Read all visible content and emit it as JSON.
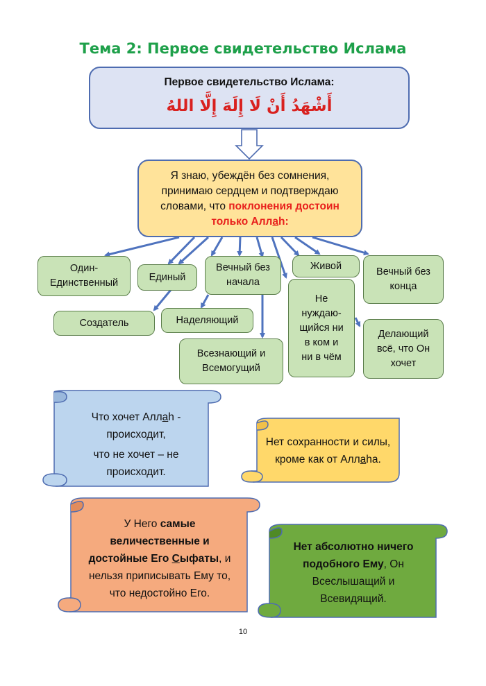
{
  "title": "Тема 2: Первое свидетельство Ислама",
  "header": {
    "label": "Первое свидетельство Ислама:",
    "arabic": "أَشْهَدُ أَنْ لَا إِلَهَ إِلَّا اللهُ"
  },
  "main": {
    "text_line1": "Я знаю, убеждён без сомнения,",
    "text_line2": "принимаю сердцем и подтверждаю",
    "text_line3_plain": "словами, что ",
    "text_line3_red": "поклонения достоин",
    "text_line4_pre": "только Алл",
    "text_line4_under": "а",
    "text_line4_post": "h:"
  },
  "attributes": {
    "one_unique": "Один-\nЕдинственный",
    "single": "Единый",
    "eternal_no_start": "Вечный без\nначала",
    "living": "Живой",
    "eternal_no_end": "Вечный без\nконца",
    "creator": "Создатель",
    "provider": "Наделяющий",
    "not_needing": "Не\nнуждаю-\nщийся ни\nв ком и\nни в чём",
    "all_knowing": "Всезнающий и\nВсемогущий",
    "does_what_wills": "Делающий\nвсё, что Он\nхочет"
  },
  "scrolls": {
    "blue": {
      "l1_pre": "Что хочет Алл",
      "l1_u": "а",
      "l1_post": "h -",
      "l2": "происходит,",
      "l3": "что не хочет – не",
      "l4": "происходит."
    },
    "yellow": {
      "l1": "Нет сохранности и силы,",
      "l2_pre": "кроме как от Алл",
      "l2_u": "а",
      "l2_post": "hа."
    },
    "orange": {
      "l1_plain": "У Него ",
      "l1_bold": "самые",
      "l2_bold": "величественные и",
      "l3_bold_pre": "достойные Его ",
      "l3_bold_u": "С",
      "l3_bold_post": "ыфаты",
      "l3_plain": ", и",
      "l4": "нельзя приписывать Ему то,",
      "l5": "что недостойно Его."
    },
    "green": {
      "l1_bold": "Нет абсолютно ничего",
      "l2_bold": "подобного Ему",
      "l2_plain": ", Он",
      "l3": "Всеслышащий и",
      "l4": "Всевидящий."
    }
  },
  "page_number": "10",
  "colors": {
    "title": "#1ea04a",
    "arrow": "#4f73be",
    "green_box": "#c9e3b7",
    "blue_scroll": "#bcd5ee",
    "yellow_scroll": "#ffd86a",
    "orange_scroll": "#f5aa7e",
    "green_scroll": "#6faa3f"
  }
}
